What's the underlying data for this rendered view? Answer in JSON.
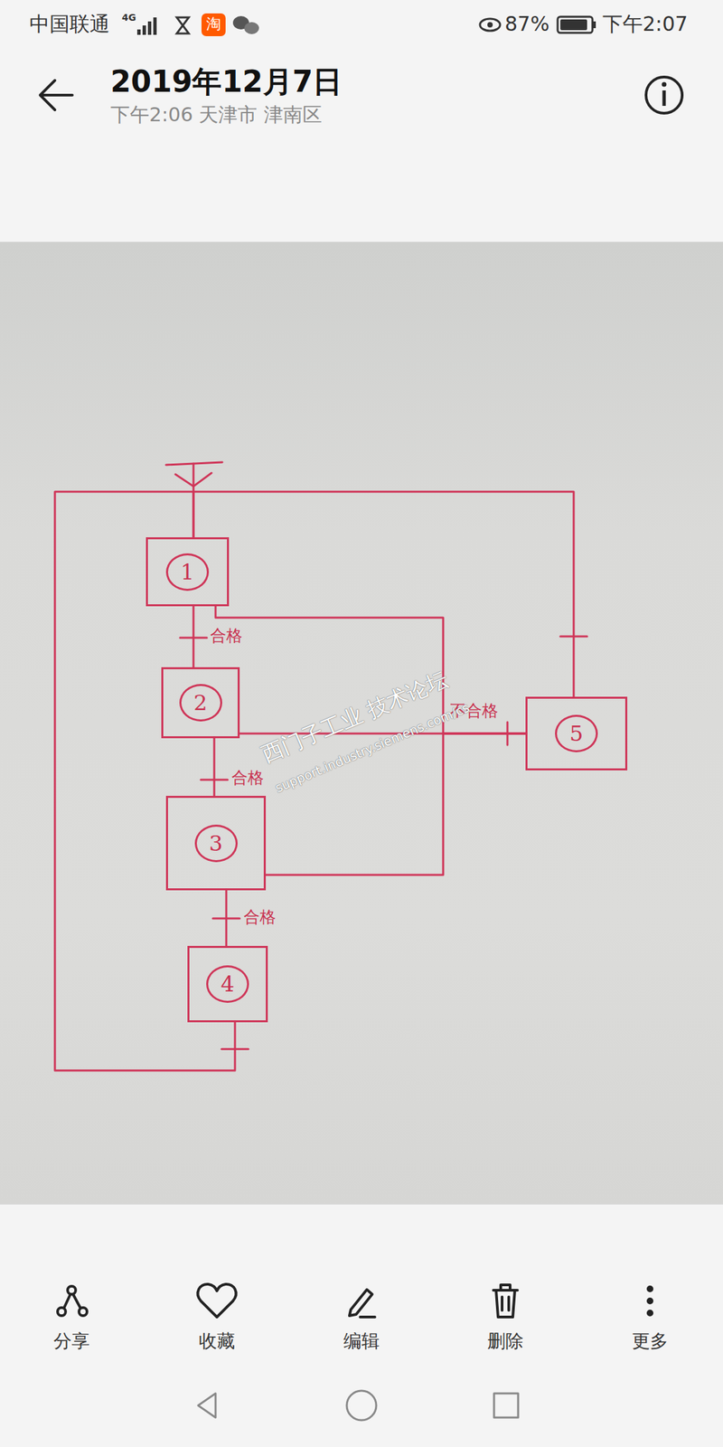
{
  "diagram": {
    "nodes": [
      {
        "text": [
          "1"
        ]
      },
      {
        "text": [
          "2"
        ]
      },
      {
        "text": [
          "3"
        ]
      },
      {
        "text": [
          "4"
        ]
      },
      {
        "text": [
          "5"
        ]
      }
    ],
    "edges": [
      {
        "from": 0,
        "to": 1,
        "label": "合格",
        "arrow": "none"
      },
      {
        "from": 1,
        "to": 2,
        "label": "合格",
        "arrow": "none"
      },
      {
        "from": 2,
        "to": 3,
        "label": "合格",
        "arrow": "none"
      },
      {
        "from": 3,
        "to": 0,
        "arrow": "none"
      },
      {
        "from": 0,
        "to": 4,
        "arrow": "none"
      },
      {
        "from": 1,
        "to": 4,
        "label": "不合格",
        "arrow": "none"
      },
      {
        "from": 2,
        "to": 4,
        "arrow": "none"
      },
      {
        "from": 4,
        "to": 0,
        "arrow": "none"
      }
    ],
    "labels": [
      "中国联通",
      "4G",
      "淘",
      "87%",
      "下午2:07",
      "2019年12月7日",
      "下午2:06 天津市 津南区",
      "西门子工业 技术论坛",
      "support.industry.siemens.com/cs",
      "分享",
      "收藏",
      "编辑",
      "删除",
      "更多"
    ]
  }
}
